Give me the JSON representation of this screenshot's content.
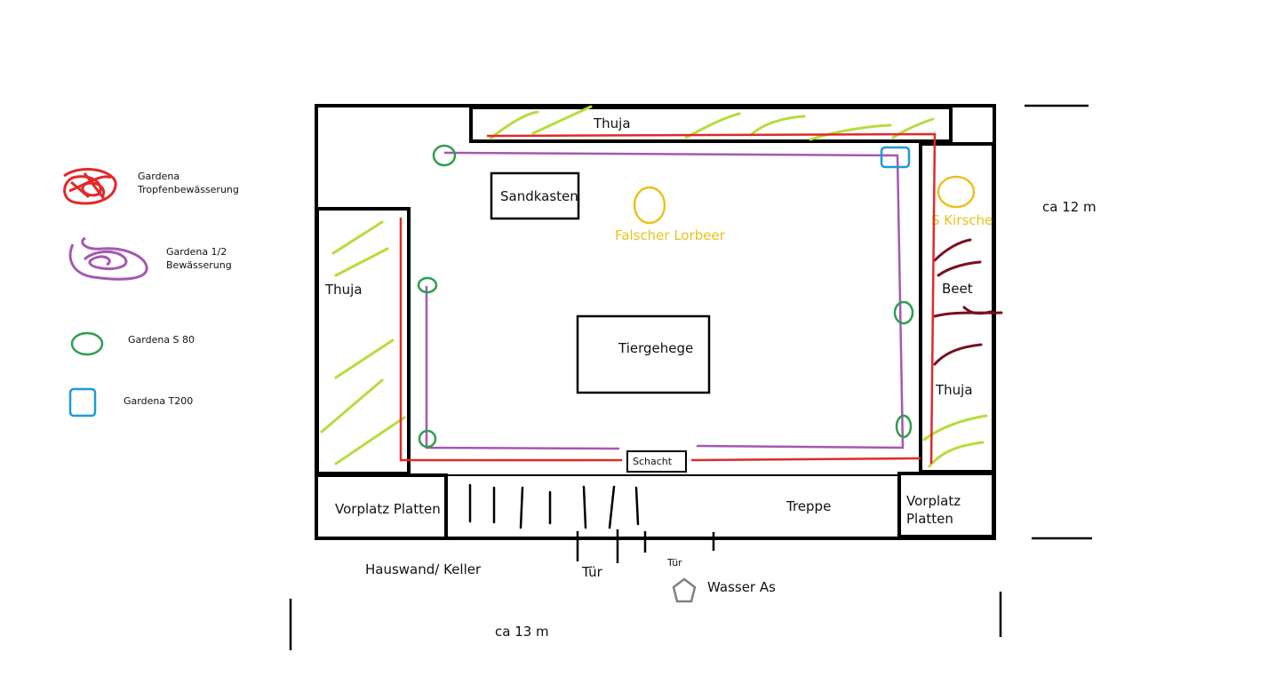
{
  "colors": {
    "border": "#000000",
    "drip_line": "#e02a2a",
    "half_inch_line": "#a458b0",
    "sprinkler": "#2e9e4e",
    "t200": "#1e9ad6",
    "thuja": "#b7dc3c",
    "tree": "#e8c21e",
    "bed": "#7a0f1e",
    "faucet": "#808080"
  },
  "legend": {
    "drip": "Gardena\nTropfenbewässerung",
    "half_inch": "Gardena 1/2\nBewässerung",
    "s80": "Gardena S 80",
    "t200": "Gardena T200"
  },
  "labels": {
    "thuja_top": "Thuja",
    "thuja_left": "Thuja",
    "thuja_right": "Thuja",
    "sandkasten": "Sandkasten",
    "falscher_lorbeer": "Falscher Lorbeer",
    "kirsche": "S Kirsche",
    "beet": "Beet",
    "tiergehege": "Tiergehege",
    "schacht": "Schacht",
    "vorplatz_left": "Vorplatz Platten",
    "vorplatz_right": "Vorplatz\nPlatten",
    "treppe": "Treppe",
    "hauswand": "Hauswand/ Keller",
    "tuer_1": "Tür",
    "tuer_2": "Tür",
    "wasser": "Wasser As",
    "width": "ca 13 m",
    "height": "ca 12 m"
  }
}
